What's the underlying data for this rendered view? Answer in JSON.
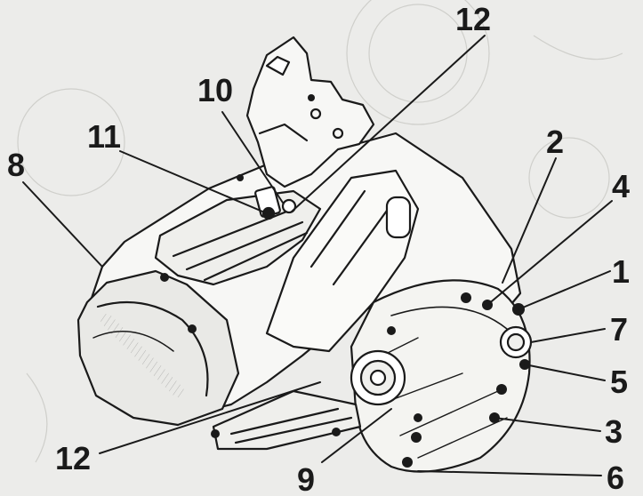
{
  "diagram": {
    "labels": {
      "l1": "1",
      "l2": "2",
      "l3": "3",
      "l4": "4",
      "l5": "5",
      "l6": "6",
      "l7": "7",
      "l8": "8",
      "l9": "9",
      "l10": "10",
      "l11": "11",
      "l12a": "12",
      "l12b": "12"
    }
  },
  "colors": {
    "background": "#ececea",
    "ink": "#1a1a1a",
    "body": "#f7f7f5",
    "shade": "#d6d6d2"
  }
}
